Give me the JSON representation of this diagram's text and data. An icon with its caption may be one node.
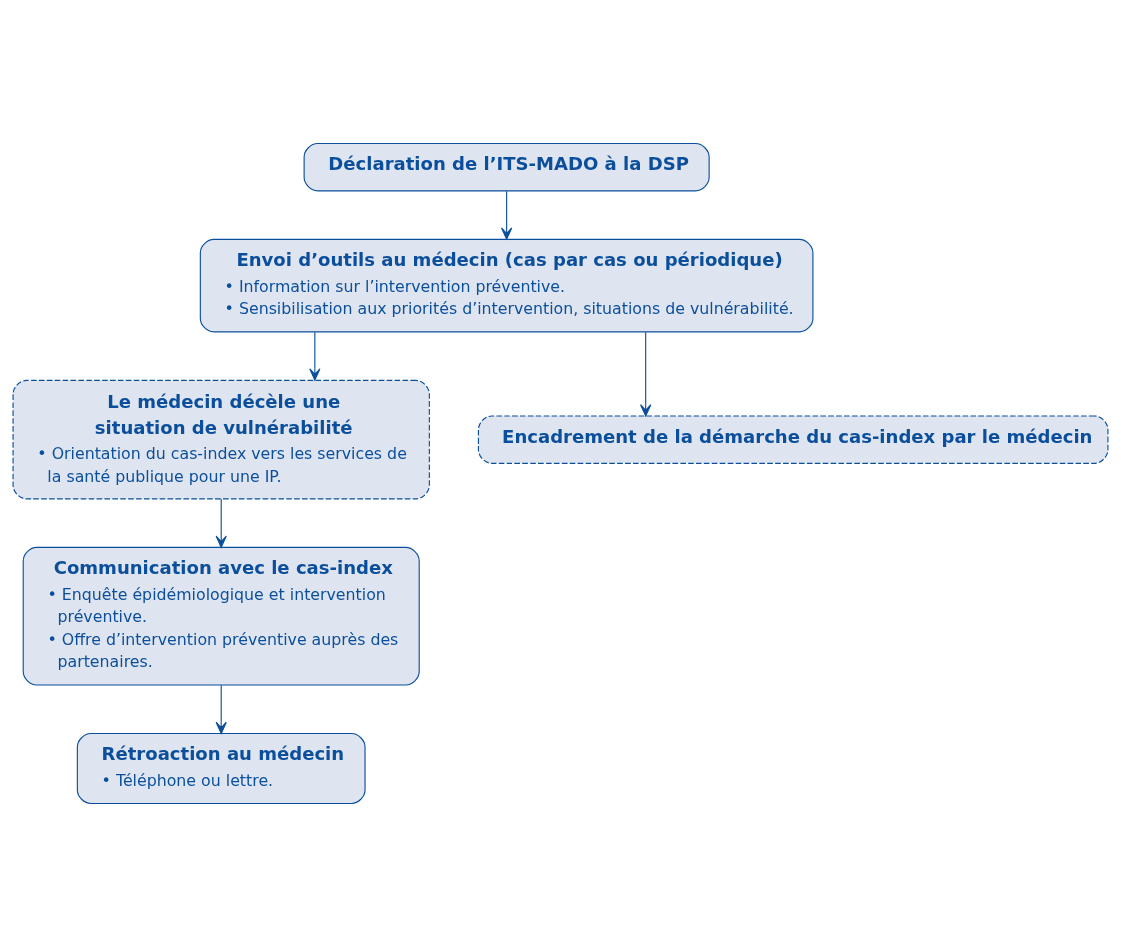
{
  "diagram": {
    "nodes": [
      {
        "text": [
          "Déclaration de l’ITS-MADO à la DSP"
        ]
      },
      {
        "text": [
          "Envoi d’outils au médecin (cas par cas ou périodique)",
          "• Information sur l’intervention préventive.",
          "• Sensibilisation aux priorités d’intervention, situations de vulnérabilité."
        ]
      },
      {
        "text": [
          "Le médecin décèle une situation de vulnérabilité",
          "• Orientation du cas-index vers les services de la santé publique pour une IP."
        ]
      },
      {
        "text": [
          "Encadrement de la démarche du cas-index par le médecin"
        ]
      },
      {
        "text": [
          "Communication avec le cas-index",
          "• Enquête épidémiologique et intervention préventive.",
          "• Offre d’intervention préventive auprès des partenaires."
        ]
      },
      {
        "text": [
          "Rétroaction au médecin",
          "• Téléphone ou lettre."
        ]
      }
    ],
    "edges": [
      {
        "from": 0,
        "to": 1,
        "arrow": "to"
      },
      {
        "from": 1,
        "to": 2,
        "arrow": "to"
      },
      {
        "from": 1,
        "to": 3,
        "arrow": "to"
      },
      {
        "from": 2,
        "to": 4,
        "arrow": "to"
      },
      {
        "from": 4,
        "to": 5,
        "arrow": "to"
      }
    ]
  }
}
